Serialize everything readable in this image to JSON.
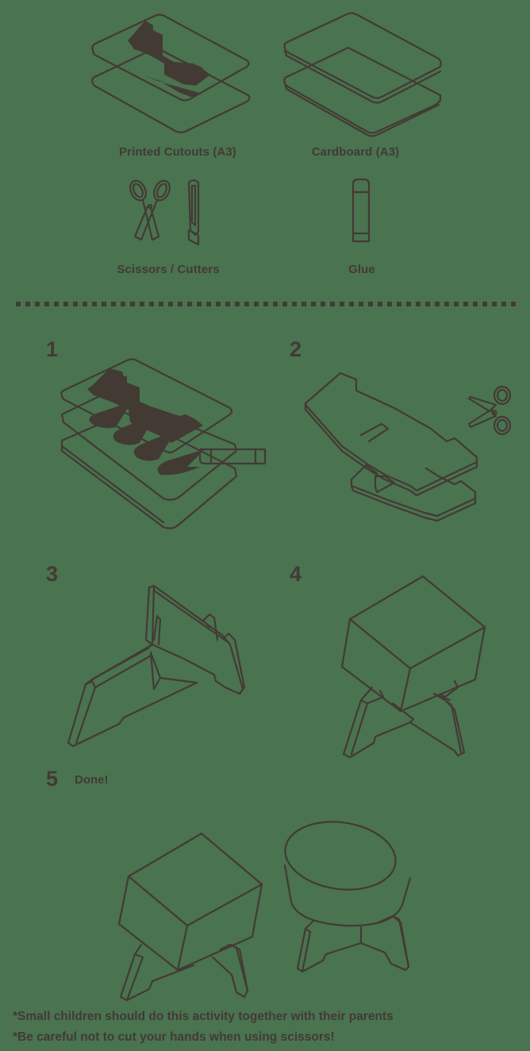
{
  "materials": {
    "items": [
      {
        "label": "Printed Cutouts (A3)",
        "icon": "printed-sheets-icon"
      },
      {
        "label": "Cardboard (A3)",
        "icon": "cardboard-sheets-icon"
      },
      {
        "label": "Scissors / Cutters",
        "icon": "scissors-cutter-icon"
      },
      {
        "label": "Glue",
        "icon": "glue-stick-icon"
      }
    ]
  },
  "steps": [
    {
      "number": "1",
      "caption": "",
      "illustration": "glue-cutouts-to-cardboard"
    },
    {
      "number": "2",
      "caption": "",
      "illustration": "cut-out-pieces"
    },
    {
      "number": "3",
      "caption": "",
      "illustration": "slot-legs-together"
    },
    {
      "number": "4",
      "caption": "",
      "illustration": "attach-box-on-stand"
    },
    {
      "number": "5",
      "caption": "Done!",
      "illustration": "finished-stands"
    }
  ],
  "notes": [
    "*Small children should do this activity together with their parents",
    "*Be careful not to cut your hands when using scissors!"
  ],
  "colors": {
    "background": "#4a7350",
    "ink": "#433a34"
  }
}
